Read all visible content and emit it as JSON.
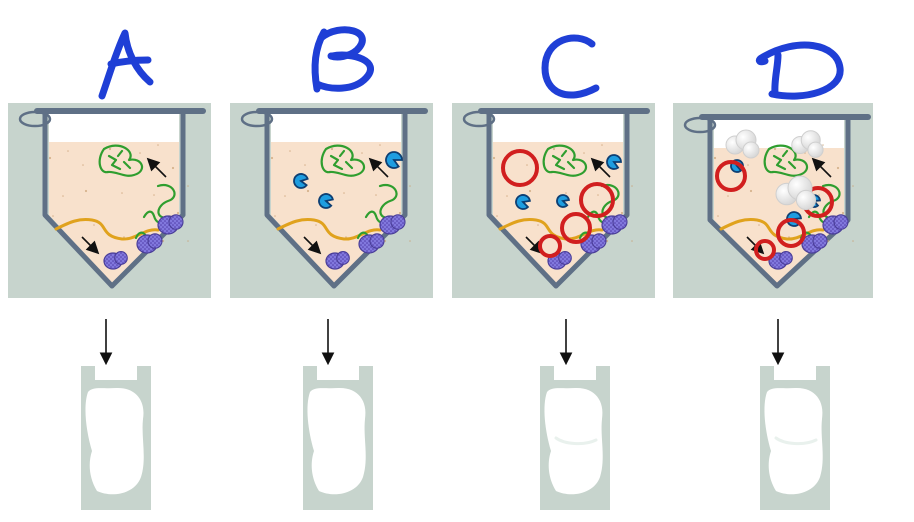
{
  "panels": [
    {
      "id": "A",
      "label": "A",
      "antibody": false,
      "rings": false,
      "bubbles": false
    },
    {
      "id": "B",
      "label": "B",
      "antibody": true,
      "rings": false,
      "bubbles": false
    },
    {
      "id": "C",
      "label": "C",
      "antibody": true,
      "rings": true,
      "bubbles": false
    },
    {
      "id": "D",
      "label": "D",
      "antibody": true,
      "rings": true,
      "bubbles": true
    }
  ],
  "colors": {
    "panel_bg": "#c7d4cd",
    "tube_fill": "#f8e1cc",
    "tube_cap_fill": "#ffffff",
    "wall": "#5f7086",
    "label": "#1f3fd6",
    "rna": "#2f9e2f",
    "protein": "#7d73d8",
    "antibody": "#1e9de0",
    "ring": "#d11f1f",
    "gel_bg": "#c7d4cd",
    "band": "#ffffff"
  }
}
